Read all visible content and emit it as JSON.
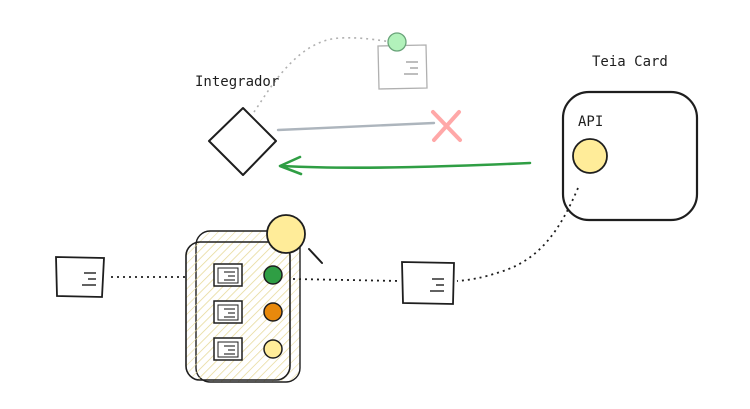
{
  "labels": {
    "integrador": "Integrador",
    "teia_card": "Teia Card",
    "api": "API"
  },
  "icons": {
    "rejected": "x-mark-icon",
    "inspect": "magnifier-icon",
    "document": "document-icon",
    "integrator": "diamond-icon"
  },
  "colors": {
    "stroke": "#1e1e1e",
    "accepted_arrow": "#2f9e44",
    "rejected_link": "#adb5bd",
    "reject_mark": "#ffa8a8",
    "status_ok": "#2f9e44",
    "status_pending": "#e8890c",
    "status_new": "#ffec99",
    "api_port": "#ffec99",
    "queue_fill": "#fff9db",
    "doc_ok_dot": "#b2f2bb"
  },
  "queue": {
    "items": [
      {
        "status": "ok"
      },
      {
        "status": "pending"
      },
      {
        "status": "new"
      }
    ]
  }
}
